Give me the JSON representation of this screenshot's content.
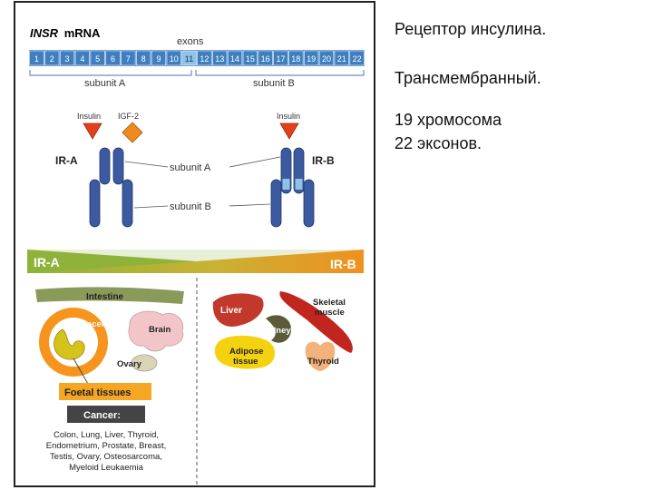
{
  "slide": {
    "line1": "Рецептор инсулина.",
    "line2": "Трансмембранный.",
    "line3": "19 хромосома",
    "line4": "22 эксонов."
  },
  "figure": {
    "mrna_gene": "INSR",
    "mrna_suffix": "mRNA",
    "exons_label": "exons",
    "exon_numbers": [
      "1",
      "2",
      "3",
      "4",
      "5",
      "6",
      "7",
      "8",
      "9",
      "10",
      "11",
      "12",
      "13",
      "14",
      "15",
      "16",
      "17",
      "18",
      "19",
      "20",
      "21",
      "22"
    ],
    "subunit_a_label": "subunit A",
    "subunit_b_label": "subunit B",
    "insulin_left": "Insulin",
    "igf2": "IGF-2",
    "insulin_right": "Insulin",
    "ir_a": "IR-A",
    "ir_b": "IR-B",
    "mid_subunit_a": "subunit A",
    "mid_subunit_b": "subunit B",
    "bar_left": "IR-A",
    "bar_right": "IR-B",
    "tissues": {
      "intestine": "Intestine",
      "placenta": "Placenta",
      "brain": "Brain",
      "ovary": "Ovary",
      "foetal": "Foetal tissues",
      "cancer": "Cancer:",
      "cancer_list": [
        "Colon, Lung, Liver, Thyroid,",
        "Endometrium, Prostate, Breast,",
        "Testis, Ovary, Osteosarcoma,",
        "Myeloid Leukaemia"
      ],
      "liver": "Liver",
      "kidney": "Kidney",
      "skeletal1": "Skeletal",
      "skeletal2": "muscle",
      "adipose1": "Adipose",
      "adipose2": "tissue",
      "thyroid": "Thyroid"
    },
    "colors": {
      "exon_fill": "#3f7fbf",
      "exon_highlight": "#8ec3e6",
      "receptor": "#3b5aa0",
      "insulin_triangle": "#e2401c",
      "igf2_diamond": "#f08a1e",
      "bar_green": "#8fb33a",
      "bar_orange": "#f0901e",
      "intestine": "#8a9a5b",
      "placenta_ring": "#f7941d",
      "foetal_box": "#f5a623",
      "cancer_box": "#444444",
      "liver": "#c2392b",
      "kidney": "#5b5b3a",
      "muscle": "#c0261e",
      "adipose": "#f5d20f",
      "thyroid": "#f2b27a"
    }
  }
}
